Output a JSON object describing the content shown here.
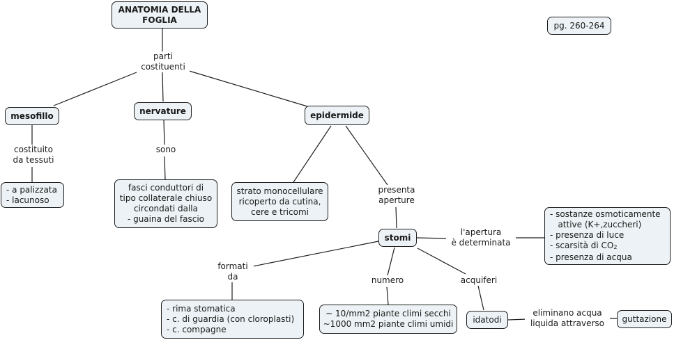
{
  "map": {
    "title": "ANATOMIA DELLA\nFOGLIA",
    "page_ref": "pg. 260-264",
    "links": {
      "parti_costituenti": "parti\ncostituenti",
      "costituito_da_tessuti": "costituito\nda tessuti",
      "sono": "sono",
      "presenta_aperture": "presenta\naperture",
      "apertura_determinata": "l'apertura\nè determinata",
      "formati_da": "formati\nda",
      "numero": "numero",
      "acquiferi": "acquiferi",
      "eliminano_acqua": "eliminano acqua\nliquida attraverso"
    },
    "nodes": {
      "mesofillo": "mesofillo",
      "nervature": "nervature",
      "epidermide": "epidermide",
      "stomi": "stomi",
      "idatodi": "idatodi",
      "guttazione": "guttazione",
      "mesofillo_tessuti": "- a palizzata\n- lacunoso",
      "fasci": "fasci conduttori di\ntipo collaterale chiuso\ncircondati dalla\n- guaina del fascio",
      "strato": "strato monocellulare\nricoperto da cutina,\ncere e tricomi",
      "apertura_fattori_1": "- sostanze osmoticamente\n   attive (K+,zuccheri)\n- presenza di luce\n- scarsità di CO",
      "apertura_fattori_sub": "2",
      "apertura_fattori_2": "\n- presenza di acqua",
      "formati": "- rima stomatica\n- c. di guardia (con cloroplasti)\n- c. compagne",
      "numero_valori": "~ 10/mm2 piante climi secchi\n~1000 mm2 piante climi umidi"
    }
  }
}
